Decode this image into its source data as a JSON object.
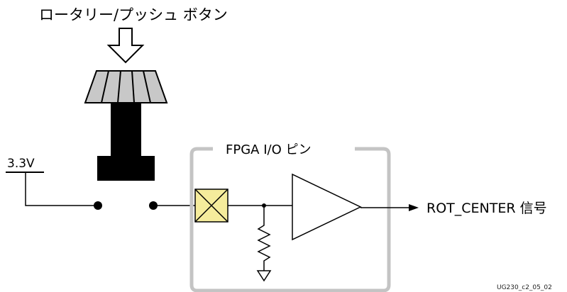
{
  "diagram": {
    "button_title": "ロータリー/プッシュ ボタン",
    "supply_label": "3.3V",
    "fpga_label": "FPGA I/O ピン",
    "output_label": "ROT_CENTER 信号",
    "figure_id": "UG230_c2_05_02"
  },
  "colors": {
    "knob_fill": "#c8c8c8",
    "pad_fill": "#f5ec9c",
    "fpga_box_stroke": "#c4c4c4",
    "line": "#000000"
  }
}
